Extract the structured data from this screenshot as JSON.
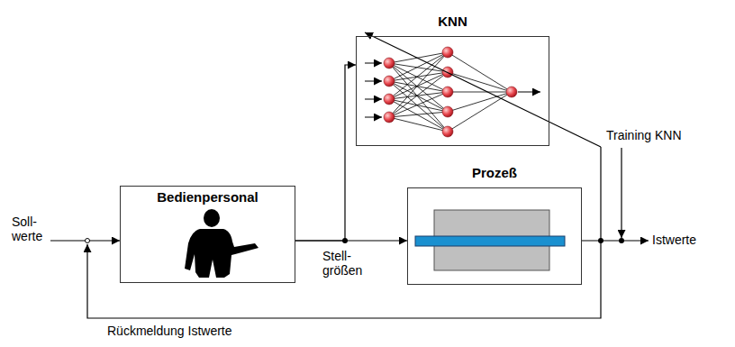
{
  "diagram": {
    "nodes": [
      {
        "text": [
          "KNN"
        ]
      },
      {
        "text": [
          "Bedienpersonal"
        ]
      },
      {
        "text": [
          "Prozeß"
        ]
      }
    ],
    "edges": [
      {
        "from": 1,
        "to": 2,
        "arrow": "to",
        "label": "Stell- größen"
      },
      {
        "from": 1,
        "to": 0,
        "arrow": "to"
      }
    ],
    "labels": [
      "Soll- werte",
      "Istwerte",
      "Rückmeldung Istwerte",
      "Training KNN"
    ]
  }
}
